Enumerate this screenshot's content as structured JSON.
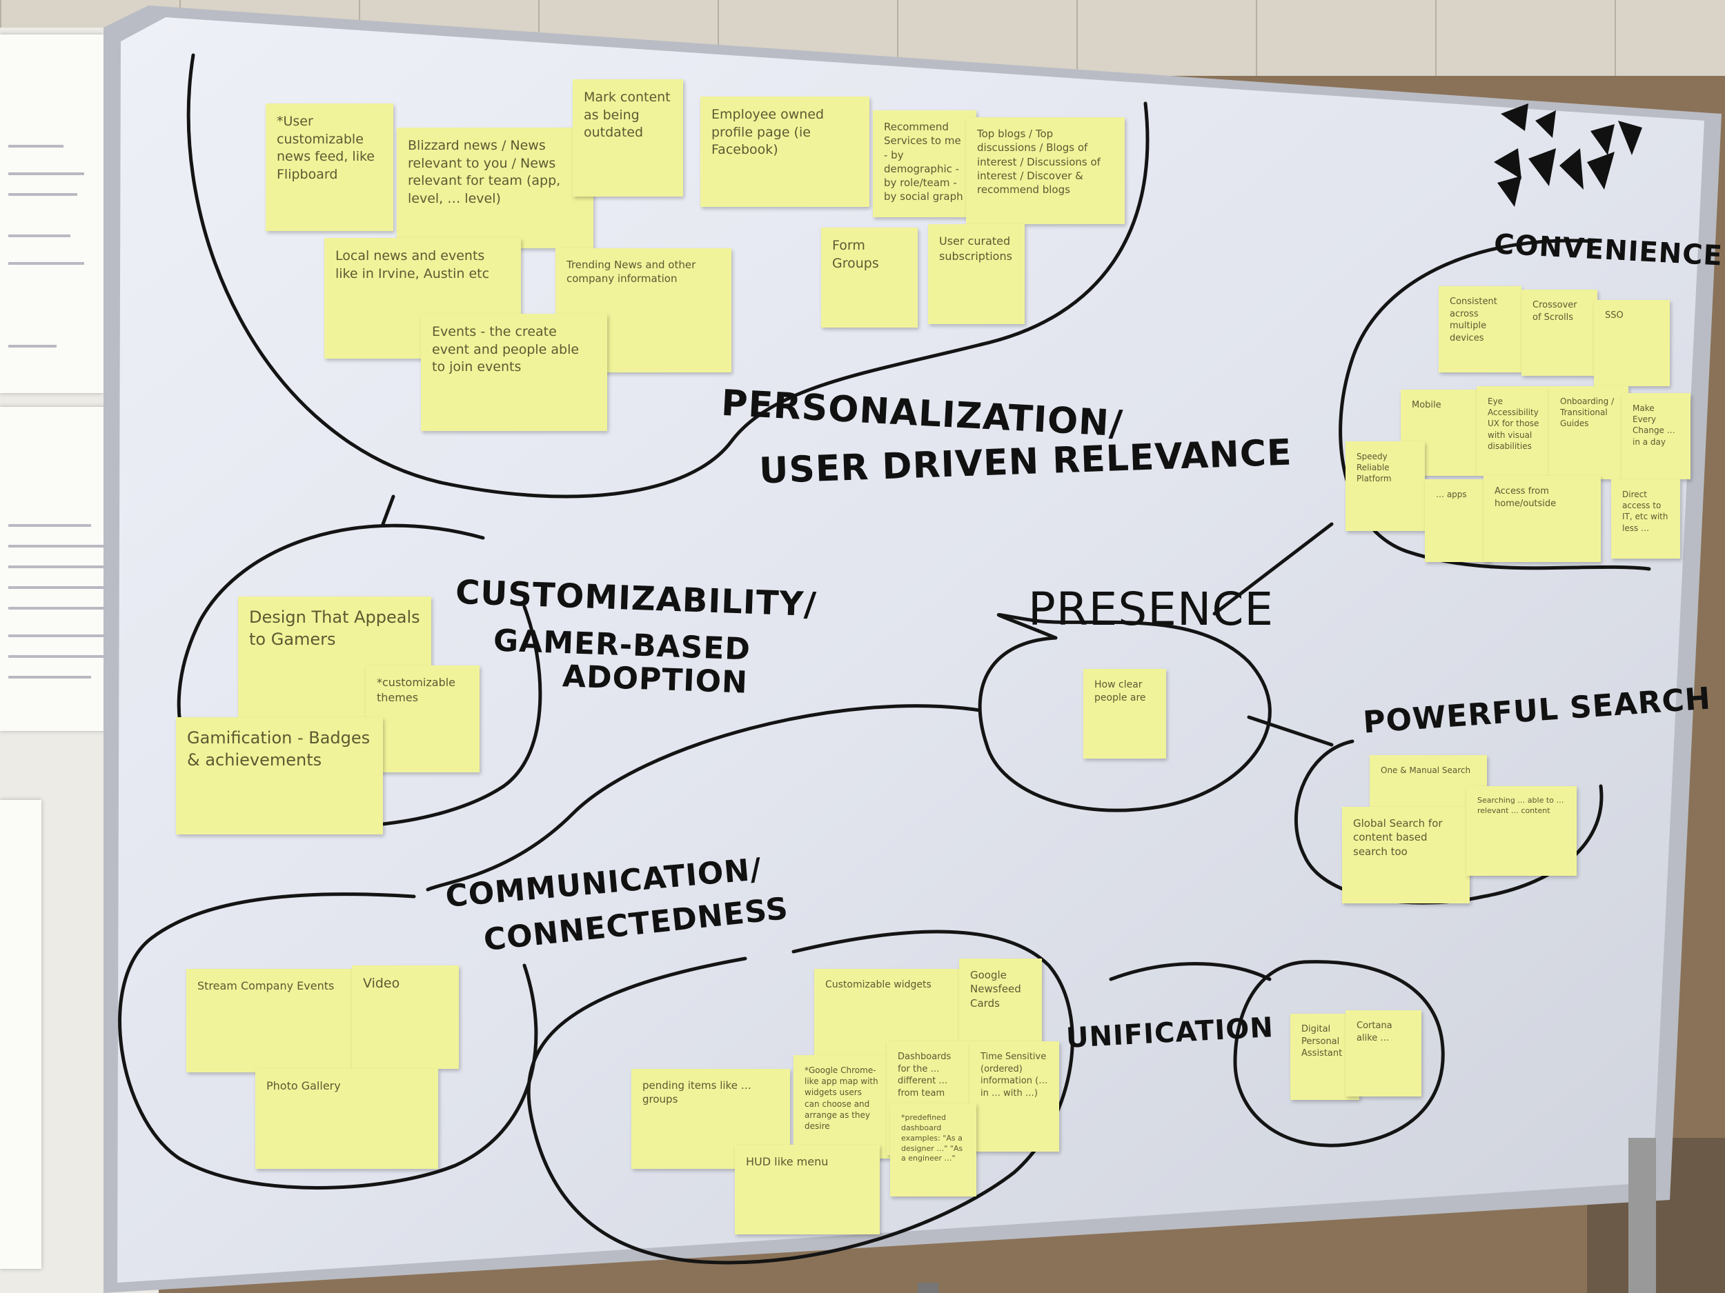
{
  "board": {
    "logo": "geometric-logo",
    "categories": {
      "personalization": "PERSONALIZATION/",
      "personalization_2": "USER DRIVEN RELEVANCE",
      "customizability": "CUSTOMIZABILITY/",
      "customizability_2": "GAMER-BASED",
      "customizability_3": "ADOPTION",
      "presence": "PRESENCE",
      "convenience": "CONVENIENCE",
      "powerful_search": "POWERFUL SEARCH",
      "communication": "COMMUNICATION/",
      "communication_2": "CONNECTEDNESS",
      "unification": "UNIFICATION"
    },
    "notes": [
      {
        "text": "*User customizable news feed, like Flipboard"
      },
      {
        "text": "Blizzard news / News relevant to you / News relevant for team (app, level, … level)"
      },
      {
        "text": "Mark content as being outdated"
      },
      {
        "text": "Employee owned profile page (ie Facebook)"
      },
      {
        "text": "Recommend Services to me - by demographic - by role/team - by social graph"
      },
      {
        "text": "Top blogs / Top discussions / Blogs of interest / Discussions of interest / Discover & recommend blogs"
      },
      {
        "text": "Local news and events like in Irvine, Austin etc"
      },
      {
        "text": "Trending News and other company information"
      },
      {
        "text": "Events - the create event and people able to join events"
      },
      {
        "text": "Form Groups"
      },
      {
        "text": "User curated subscriptions"
      },
      {
        "text": "Design That Appeals to Gamers"
      },
      {
        "text": "*customizable themes"
      },
      {
        "text": "Gamification - Badges & achievements"
      },
      {
        "text": "How clear people are"
      },
      {
        "text": "Consistent across multiple devices"
      },
      {
        "text": "Crossover of Scrolls"
      },
      {
        "text": "SSO"
      },
      {
        "text": "Mobile"
      },
      {
        "text": "Eye Accessibility UX for those with visual disabilities"
      },
      {
        "text": "Onboarding / Transitional Guides"
      },
      {
        "text": "Make Every Change … in a day"
      },
      {
        "text": "Speedy Reliable Platform"
      },
      {
        "text": "… apps"
      },
      {
        "text": "Access from home/outside"
      },
      {
        "text": "Direct access to IT, etc with less …"
      },
      {
        "text": "One & Manual Search"
      },
      {
        "text": "Global Search for content based search too"
      },
      {
        "text": "Searching … able to … relevant … content"
      },
      {
        "text": "Stream Company Events"
      },
      {
        "text": "Video"
      },
      {
        "text": "Photo Gallery"
      },
      {
        "text": "Customizable widgets"
      },
      {
        "text": "Google Newsfeed Cards"
      },
      {
        "text": "pending items like … groups"
      },
      {
        "text": "*Google Chrome-like app map with widgets users can choose and arrange as they desire"
      },
      {
        "text": "Dashboards for the … different … from team"
      },
      {
        "text": "Time Sensitive (ordered) information (… in … with …)"
      },
      {
        "text": "*predefined dashboard examples: \"As a designer …\" \"As a engineer …\""
      },
      {
        "text": "HUD like menu"
      },
      {
        "text": "Digital Personal Assistant"
      },
      {
        "text": "Cortana alike …"
      }
    ]
  }
}
